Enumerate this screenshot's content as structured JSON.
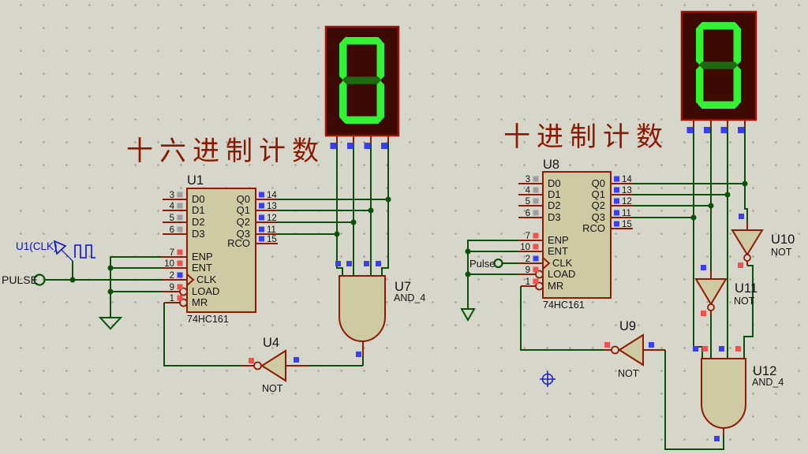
{
  "titles": {
    "left": "十六进制计数",
    "right": "十进制计数"
  },
  "colors": {
    "background": "#d6d6ca",
    "wire": "#0a520a",
    "component_outline": "#8e1b03",
    "component_fill": "#cecaa4",
    "segment_on": "#35f135",
    "segment_off": "#1e6911",
    "display_background": "#3c0a03",
    "indicator_blue": "#3c3cf0",
    "indicator_red": "#f25050",
    "indicator_gray": "#9e9e9e",
    "probe_blue": "#0b0bd6",
    "title_red": "#8b1902"
  },
  "left": {
    "pulse_terminal": "PULSE",
    "probe": "U1(CLK)",
    "display": {
      "value": "0"
    },
    "chip": {
      "ref": "U1",
      "part": "74HC161",
      "lpins": [
        {
          "n": "3",
          "name": "D0"
        },
        {
          "n": "4",
          "name": "D1"
        },
        {
          "n": "5",
          "name": "D2"
        },
        {
          "n": "6",
          "name": "D3"
        },
        {
          "n": "7",
          "name": "ENP"
        },
        {
          "n": "10",
          "name": "ENT"
        },
        {
          "n": "2",
          "name": "CLK"
        },
        {
          "n": "9",
          "name": "LOAD"
        },
        {
          "n": "1",
          "name": "MR"
        }
      ],
      "rpins": [
        {
          "n": "14",
          "name": "Q0"
        },
        {
          "n": "13",
          "name": "Q1"
        },
        {
          "n": "12",
          "name": "Q2"
        },
        {
          "n": "11",
          "name": "Q3"
        },
        {
          "n": "15",
          "name": "RCO"
        }
      ]
    },
    "not_gate": {
      "ref": "U4",
      "part": "NOT"
    },
    "and_gate": {
      "ref": "U7",
      "part": "AND_4"
    }
  },
  "right": {
    "pulse_terminal": "Pulse",
    "display": {
      "value": "0"
    },
    "chip": {
      "ref": "U8",
      "part": "74HC161",
      "lpins": [
        {
          "n": "3",
          "name": "D0"
        },
        {
          "n": "4",
          "name": "D1"
        },
        {
          "n": "5",
          "name": "D2"
        },
        {
          "n": "6",
          "name": "D3"
        },
        {
          "n": "7",
          "name": "ENP"
        },
        {
          "n": "10",
          "name": "ENT"
        },
        {
          "n": "2",
          "name": "CLK"
        },
        {
          "n": "9",
          "name": "LOAD"
        },
        {
          "n": "1",
          "name": "MR"
        }
      ],
      "rpins": [
        {
          "n": "14",
          "name": "Q0"
        },
        {
          "n": "13",
          "name": "Q1"
        },
        {
          "n": "12",
          "name": "Q2"
        },
        {
          "n": "11",
          "name": "Q3"
        },
        {
          "n": "15",
          "name": "RCO"
        }
      ]
    },
    "not_gate_1": {
      "ref": "U9",
      "part": "NOT"
    },
    "not_gate_2": {
      "ref": "U10",
      "part": "NOT"
    },
    "not_gate_3": {
      "ref": "U11",
      "part": "NOT"
    },
    "and_gate": {
      "ref": "U12",
      "part": "AND_4"
    }
  }
}
